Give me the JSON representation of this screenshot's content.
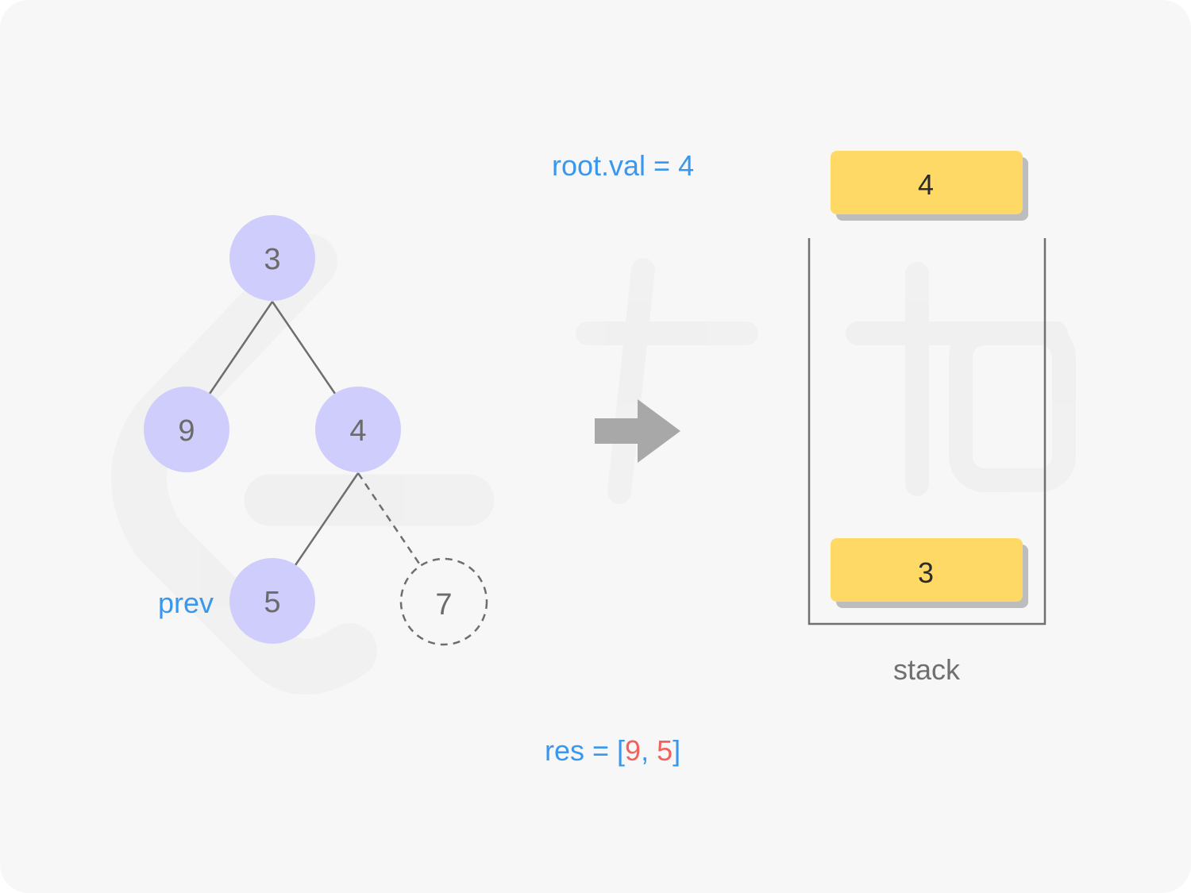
{
  "colors": {
    "background": "#f7f7f7",
    "node_fill": "#cfcdfb",
    "stack_item_fill": "#fed966",
    "stack_item_shadow": "#bdbdbd",
    "accent_blue": "#3a97ee",
    "accent_red": "#f0625d",
    "arrow": "#a8a8a8"
  },
  "tree": {
    "nodes": [
      {
        "id": "n3",
        "value": "3"
      },
      {
        "id": "n9",
        "value": "9"
      },
      {
        "id": "n4",
        "value": "4"
      },
      {
        "id": "n5",
        "value": "5"
      },
      {
        "id": "n7",
        "value": "7",
        "dashed": true
      }
    ],
    "prev_label": "prev"
  },
  "status": {
    "root_val_text": "root.val = 4"
  },
  "stack": {
    "caption": "stack",
    "items": [
      "4",
      "3"
    ]
  },
  "result": {
    "prefix": "res = [",
    "values": [
      "9",
      "5"
    ],
    "separator": ", ",
    "suffix": "]"
  }
}
